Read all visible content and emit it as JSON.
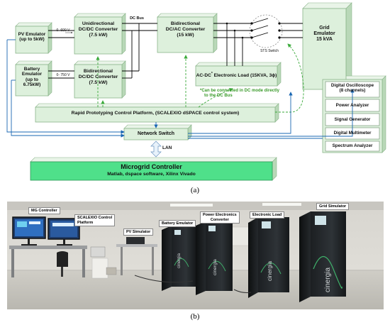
{
  "diagram": {
    "pv": {
      "line1": "PV Emulator",
      "line2": "(up to 5kW)"
    },
    "battery": {
      "line1": "Battery",
      "line2": "Emulator",
      "line3": "(up to",
      "line4": "6.75kW)"
    },
    "uni_dcdc": {
      "line1": "Unidirectional",
      "line2": "DC/DC Converter",
      "line3": "(7.5 kW)"
    },
    "bi_dcdc": {
      "line1": "Bidirectional",
      "line2": "DC/DC Converter",
      "line3": "(7.5 kW)"
    },
    "bi_dcac": {
      "line1": "Bidirectional",
      "line2": "DC/AC Converter",
      "line3": "(15 kW)"
    },
    "grid": {
      "line1": "Grid",
      "line2": "Emulator",
      "line3": "15 kVA"
    },
    "load": {
      "pre": "AC-DC",
      "sup": "*",
      "post": " Electronic Load (15KVA, 3ϕ)"
    },
    "note": {
      "line1": "*Can be connected in DC mode directly",
      "line2": "to the DC Bus"
    },
    "pv_voltage": "0- 600 V",
    "batt_voltage": "0- 750 V",
    "dc_bus": "DC Bus",
    "sts": "STS Switch",
    "rcp": "Rapid Prototyping Control Platform, (SCALEXIO dSPACE control system)",
    "network": "Network Switch",
    "lan": "LAN",
    "mg_title": "Microgrid Controller",
    "mg_sub": "Matlab, dspace software,  Xilinx Vivado",
    "instruments": [
      "Digital Oscilloscope (8 channels)",
      "Power Analyzer",
      "Signal Generator",
      "Digital Multimeter",
      "Spectrum Analyzer"
    ],
    "osc_line1": "Digital Oscilloscope",
    "osc_line2": "(8 channels)"
  },
  "photo": {
    "labels": {
      "mg": "MG Controller",
      "scalexio1": "SCALEXIO Control",
      "scalexio2": "Platform",
      "pv": "PV Simulator",
      "battery": "Battery Emulator",
      "pe1": "Power Electronics",
      "pe2": "Converter",
      "eload": "Electronic Load",
      "grid": "Grid Simulator"
    },
    "brand": "cinergia"
  },
  "captions": {
    "a": "(a)",
    "b": "(b)"
  },
  "colors": {
    "box_fill": "#ddf0dc",
    "box_stroke": "#8ab48a",
    "mg_fill": "#4fe08a",
    "line_blue": "#1a67b3",
    "line_green": "#3aaa3a",
    "note_green": "#3a9a2a"
  }
}
